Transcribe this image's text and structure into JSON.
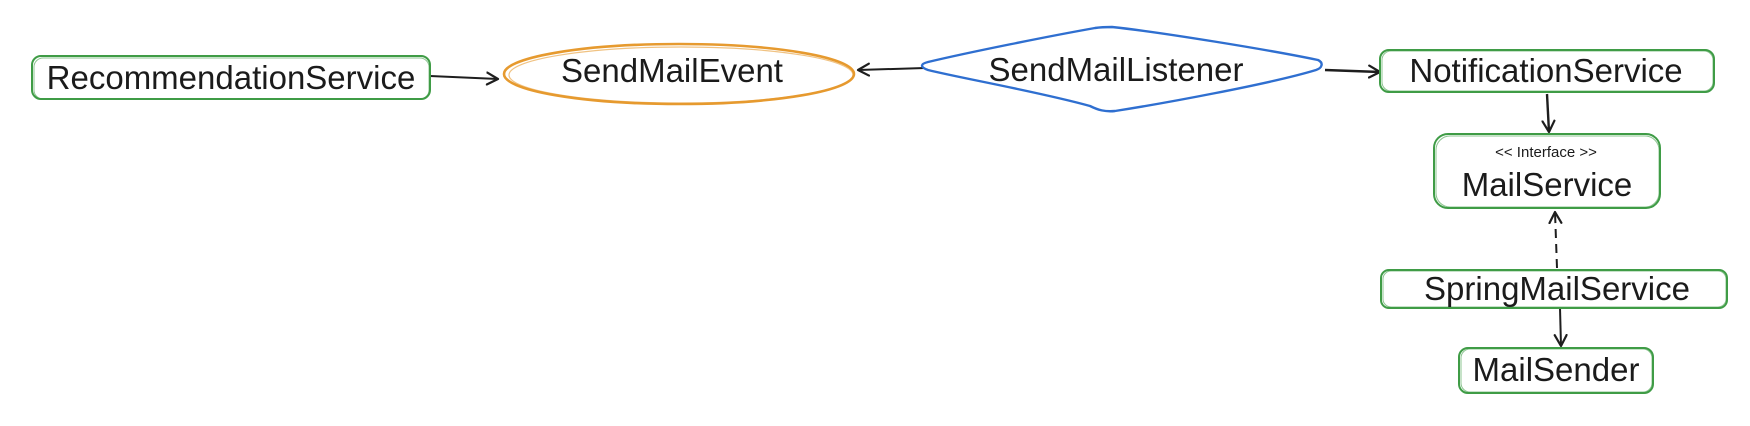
{
  "colors": {
    "class_stroke": "#3f9c46",
    "event_stroke": "#e69a2f",
    "listener_stroke": "#2f6fd0",
    "arrow_stroke": "#1e1e1e",
    "text": "#1b1b1b"
  },
  "nodes": {
    "recommendation_service": {
      "label": "RecommendationService",
      "shape": "rounded-rect"
    },
    "send_mail_event": {
      "label": "SendMailEvent",
      "shape": "ellipse"
    },
    "send_mail_listener": {
      "label": "SendMailListener",
      "shape": "diamond"
    },
    "notification_service": {
      "label": "NotificationService",
      "shape": "rounded-rect"
    },
    "mail_service": {
      "label": "MailService",
      "stereotype": "<< Interface >>",
      "shape": "rounded-rect"
    },
    "spring_mail_service": {
      "label": "SpringMailService",
      "shape": "rounded-rect"
    },
    "mail_sender": {
      "label": "MailSender",
      "shape": "rounded-rect"
    }
  },
  "edges": [
    {
      "from": "recommendation_service",
      "to": "send_mail_event",
      "style": "solid"
    },
    {
      "from": "send_mail_listener",
      "to": "send_mail_event",
      "style": "solid"
    },
    {
      "from": "send_mail_listener",
      "to": "notification_service",
      "style": "solid"
    },
    {
      "from": "notification_service",
      "to": "mail_service",
      "style": "solid"
    },
    {
      "from": "spring_mail_service",
      "to": "mail_service",
      "style": "dashed"
    },
    {
      "from": "spring_mail_service",
      "to": "mail_sender",
      "style": "solid"
    }
  ]
}
